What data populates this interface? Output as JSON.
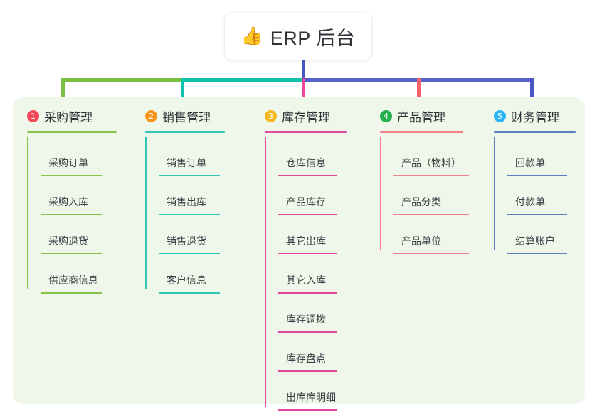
{
  "root": {
    "emoji": "👍",
    "emoji_icon_name": "thumbs-up-icon",
    "title": "ERP 后台"
  },
  "colors": {
    "panel_bg": "#eef7e9",
    "page_bg": "#ffffff",
    "stem": "#4857c4",
    "bar_left": "#7cc043",
    "bar_mid": "#10c2ac",
    "bar_right": "#5562c9"
  },
  "columns": [
    {
      "index": "1",
      "badge_color": "#f2485b",
      "line_color": "#8bc34a",
      "title": "采购管理",
      "items": [
        "采购订单",
        "采购入库",
        "采购退货",
        "供应商信息"
      ]
    },
    {
      "index": "2",
      "badge_color": "#f7941e",
      "line_color": "#2ec4b6",
      "title": "销售管理",
      "items": [
        "销售订单",
        "销售出库",
        "销售退货",
        "客户信息"
      ]
    },
    {
      "index": "3",
      "badge_color": "#f5b81c",
      "line_color": "#e0499f",
      "title": "库存管理",
      "items": [
        "仓库信息",
        "产品库存",
        "其它出库",
        "其它入库",
        "库存调拨",
        "库存盘点",
        "出库库明细"
      ]
    },
    {
      "index": "4",
      "badge_color": "#22b14c",
      "line_color": "#f4808a",
      "title": "产品管理",
      "items": [
        "产品（物料）",
        "产品分类",
        "产品单位"
      ]
    },
    {
      "index": "5",
      "badge_color": "#29b6f6",
      "line_color": "#5b7fc4",
      "title": "财务管理",
      "items": [
        "回款单",
        "付款单",
        "结算账户"
      ]
    }
  ]
}
